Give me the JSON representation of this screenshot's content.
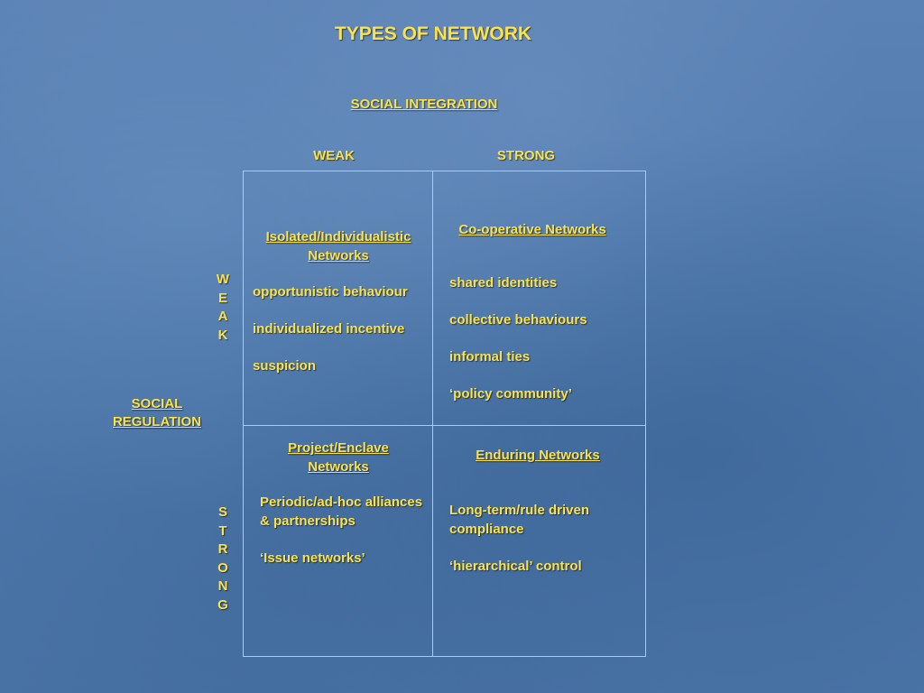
{
  "title": "TYPES OF NETWORK",
  "axis_x": {
    "label": "SOCIAL INTEGRATION",
    "weak": "WEAK",
    "strong": "STRONG"
  },
  "axis_y": {
    "label": "SOCIAL REGULATION",
    "weak_letters": [
      "W",
      "E",
      "A",
      "K"
    ],
    "strong_letters": [
      "S",
      "T",
      "R",
      "O",
      "N",
      "G"
    ]
  },
  "quadrants": {
    "weak_weak": {
      "title": "Isolated/Individualistic Networks",
      "items": [
        "opportunistic behaviour",
        "individualized incentive",
        "suspicion"
      ]
    },
    "strong_weak": {
      "title": "Co-operative Networks",
      "items": [
        "shared identities",
        "collective behaviours",
        "informal ties",
        "‘policy community’"
      ]
    },
    "weak_strong": {
      "title": "Project/Enclave Networks",
      "items": [
        "Periodic/ad-hoc alliances & partnerships",
        "‘Issue networks’"
      ]
    },
    "strong_strong": {
      "title": "Enduring Networks",
      "items": [
        "Long-term/rule driven compliance",
        "‘hierarchical’ control"
      ]
    }
  },
  "colors": {
    "text": "#fbe14a",
    "lines": "#e9cc45",
    "background": "#4e78ab"
  }
}
